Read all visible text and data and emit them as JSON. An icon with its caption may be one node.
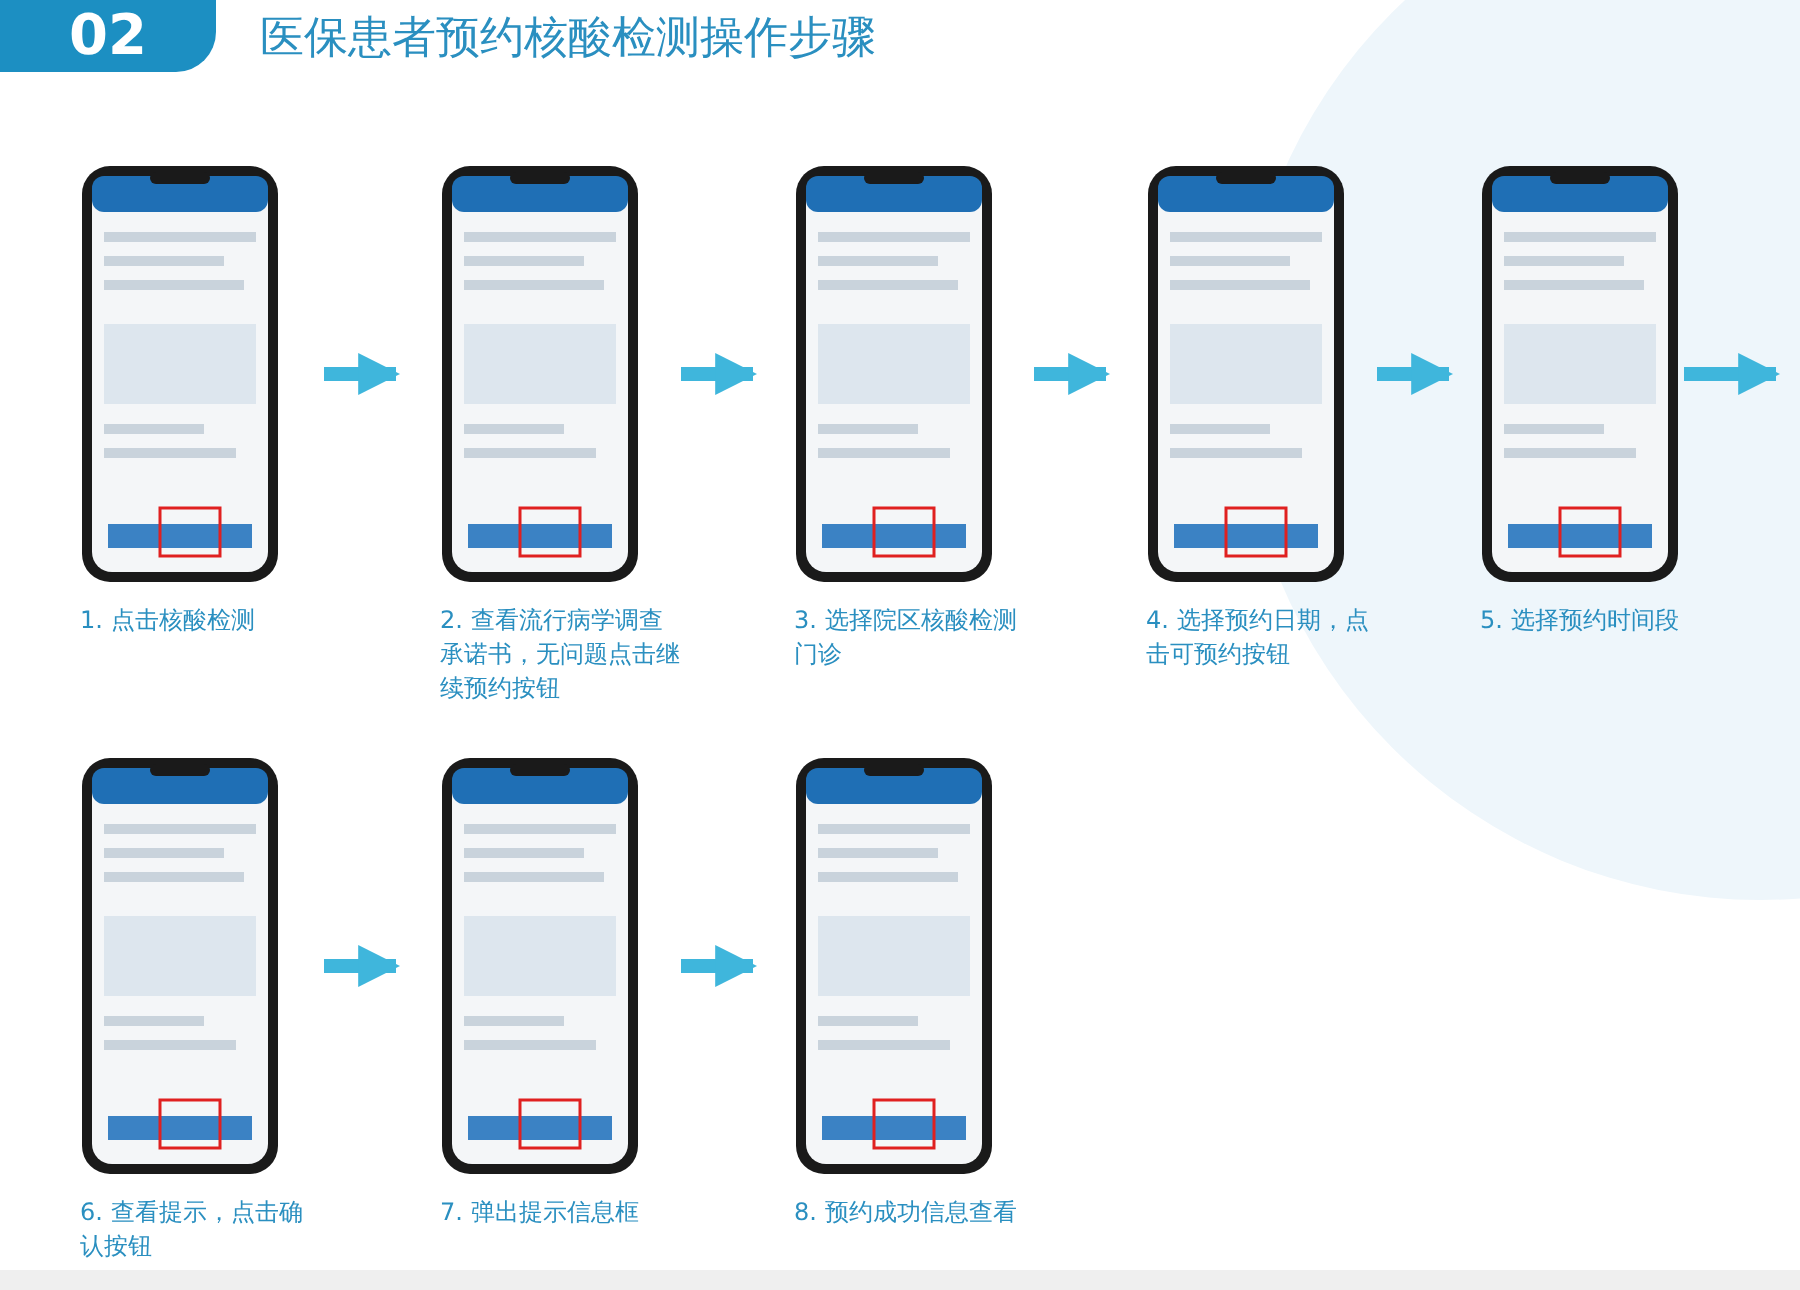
{
  "diagram": {
    "title": "医保患者预约核酸检测操作步骤",
    "nodes": [
      {
        "text": [],
        "shape": "picture",
        "beside": [
          "1. 点击核酸检测"
        ]
      },
      {
        "text": [],
        "shape": "picture",
        "beside": [
          "2. 查看流行病学调查承诺书，无问题点击继续预约按钮"
        ]
      },
      {
        "text": [],
        "shape": "picture",
        "beside": [
          "3. 选择院区核酸检测门诊"
        ]
      },
      {
        "text": [],
        "shape": "picture",
        "beside": [
          "4. 选择预约日期，点击可预约按钮"
        ]
      },
      {
        "text": [],
        "shape": "picture",
        "beside": [
          "5. 选择预约时间段"
        ]
      },
      {
        "text": [],
        "shape": "picture",
        "beside": [
          "6. 查看提示，点击确认按钮"
        ]
      },
      {
        "text": [],
        "shape": "picture",
        "beside": [
          "7. 弹出提示信息框"
        ]
      },
      {
        "text": [],
        "shape": "picture",
        "beside": [
          "8. 预约成功信息查看"
        ]
      }
    ],
    "edges": [
      {
        "from": 0,
        "to": 1,
        "arrow": "to"
      },
      {
        "from": 1,
        "to": 2,
        "arrow": "to"
      },
      {
        "from": 2,
        "to": 3,
        "arrow": "to"
      },
      {
        "from": 3,
        "to": 4,
        "arrow": "to"
      },
      {
        "from": 4,
        "to": null,
        "arrow": "to"
      },
      {
        "from": 5,
        "to": 6,
        "arrow": "to"
      },
      {
        "from": 6,
        "to": 7,
        "arrow": "to"
      }
    ],
    "labels": [
      "02"
    ]
  }
}
